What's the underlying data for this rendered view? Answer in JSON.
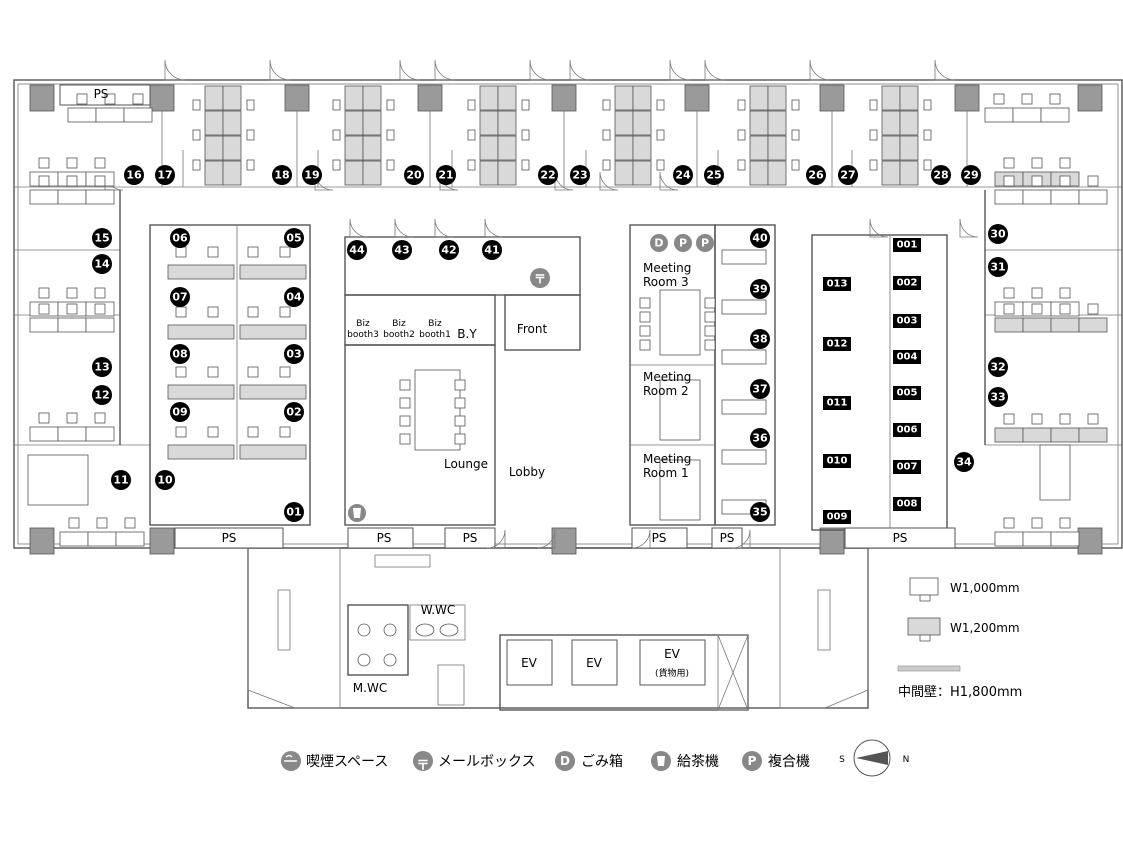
{
  "rooms": {
    "ps": "PS",
    "biz1": "Biz\nbooth1",
    "biz2": "Biz\nbooth2",
    "biz3": "Biz\nbooth3",
    "by": "B.Y",
    "front": "Front",
    "lounge": "Lounge",
    "lobby": "Lobby",
    "meeting3": "Meeting\nRoom 3",
    "meeting2": "Meeting\nRoom 2",
    "meeting1": "Meeting\nRoom 1",
    "wwc": "W.WC",
    "mwc": "M.WC",
    "ev": "EV",
    "ev_cargo_sub": "(貨物用)"
  },
  "offices": [
    "01",
    "02",
    "03",
    "04",
    "05",
    "06",
    "07",
    "08",
    "09",
    "10",
    "11",
    "12",
    "13",
    "14",
    "15",
    "16",
    "17",
    "18",
    "19",
    "20",
    "21",
    "22",
    "23",
    "24",
    "25",
    "26",
    "27",
    "28",
    "29",
    "30",
    "31",
    "32",
    "33",
    "34",
    "35",
    "36",
    "37",
    "38",
    "39",
    "40",
    "41",
    "42",
    "43",
    "44"
  ],
  "lockers": [
    "001",
    "002",
    "003",
    "004",
    "005",
    "006",
    "007",
    "008",
    "009",
    "010",
    "011",
    "012",
    "013"
  ],
  "service_icons": [
    "D",
    "P",
    "P"
  ],
  "legend_desks": [
    {
      "label": "W1,000mm",
      "color": "#ffffff"
    },
    {
      "label": "W1,200mm",
      "color": "#d9d9d9"
    }
  ],
  "legend_wall": "中間壁：H1,800mm",
  "legend_icons": [
    {
      "icon": "smoking-area-icon",
      "text": "喫煙スペース"
    },
    {
      "icon": "mailbox-icon",
      "glyph": "〒",
      "text": "メールボックス"
    },
    {
      "icon": "trash-icon",
      "glyph": "D",
      "text": "ごみ箱"
    },
    {
      "icon": "tea-server-icon",
      "text": "給茶機"
    },
    {
      "icon": "copier-icon",
      "glyph": "P",
      "text": "複合機"
    }
  ],
  "compass": {
    "s": "S",
    "n": "N"
  }
}
